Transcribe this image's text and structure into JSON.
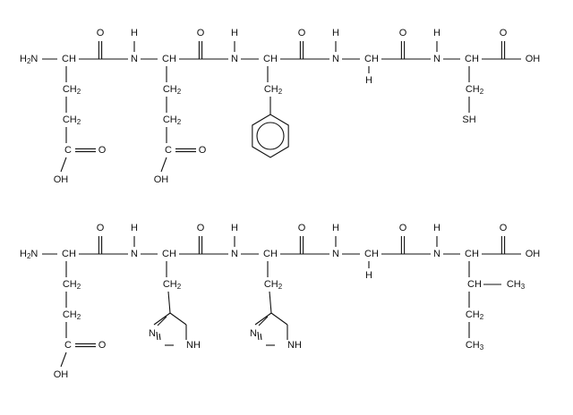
{
  "peptides": [
    {
      "residues": [
        {
          "alpha": "CH",
          "side": [
            {
              "kind": "text",
              "text": "CH",
              "sub": "2"
            },
            {
              "kind": "text",
              "text": "CH",
              "sub": "2"
            },
            {
              "kind": "acid"
            }
          ]
        },
        {
          "alpha": "CH",
          "side": [
            {
              "kind": "text",
              "text": "CH",
              "sub": "2"
            },
            {
              "kind": "text",
              "text": "CH",
              "sub": "2"
            },
            {
              "kind": "acid"
            }
          ]
        },
        {
          "alpha": "CH",
          "side": [
            {
              "kind": "text",
              "text": "CH",
              "sub": "2"
            },
            {
              "kind": "benzene"
            }
          ]
        },
        {
          "alpha": "CH",
          "side": [
            {
              "kind": "text",
              "text": "H",
              "sub": ""
            }
          ]
        },
        {
          "alpha": "CH",
          "side": [
            {
              "kind": "text",
              "text": "CH",
              "sub": "2"
            },
            {
              "kind": "text",
              "text": "SH",
              "sub": ""
            }
          ]
        }
      ]
    },
    {
      "residues": [
        {
          "alpha": "CH",
          "side": [
            {
              "kind": "text",
              "text": "CH",
              "sub": "2"
            },
            {
              "kind": "text",
              "text": "CH",
              "sub": "2"
            },
            {
              "kind": "acid"
            }
          ]
        },
        {
          "alpha": "CH",
          "side": [
            {
              "kind": "text",
              "text": "CH",
              "sub": "2"
            },
            {
              "kind": "imidazole"
            }
          ]
        },
        {
          "alpha": "CH",
          "side": [
            {
              "kind": "text",
              "text": "CH",
              "sub": "2"
            },
            {
              "kind": "imidazole"
            }
          ]
        },
        {
          "alpha": "CH",
          "side": [
            {
              "kind": "text",
              "text": "H",
              "sub": ""
            }
          ]
        },
        {
          "alpha": "CH",
          "side": [
            {
              "kind": "branch",
              "text": "CH",
              "branch": "CH",
              "branch_sub": "3"
            },
            {
              "kind": "text",
              "text": "CH",
              "sub": "2"
            },
            {
              "kind": "text",
              "text": "CH",
              "sub": "3"
            }
          ]
        }
      ]
    }
  ],
  "labels": {
    "n_term": "H",
    "n_term_sub": "2",
    "n_term_atom": "N",
    "amide_n": "N",
    "amide_h": "H",
    "carbonyl_o": "O",
    "c_term": "OH",
    "acid_o": "O",
    "acid_oh": "OH",
    "ring_n": "N",
    "ring_nh": "NH"
  }
}
